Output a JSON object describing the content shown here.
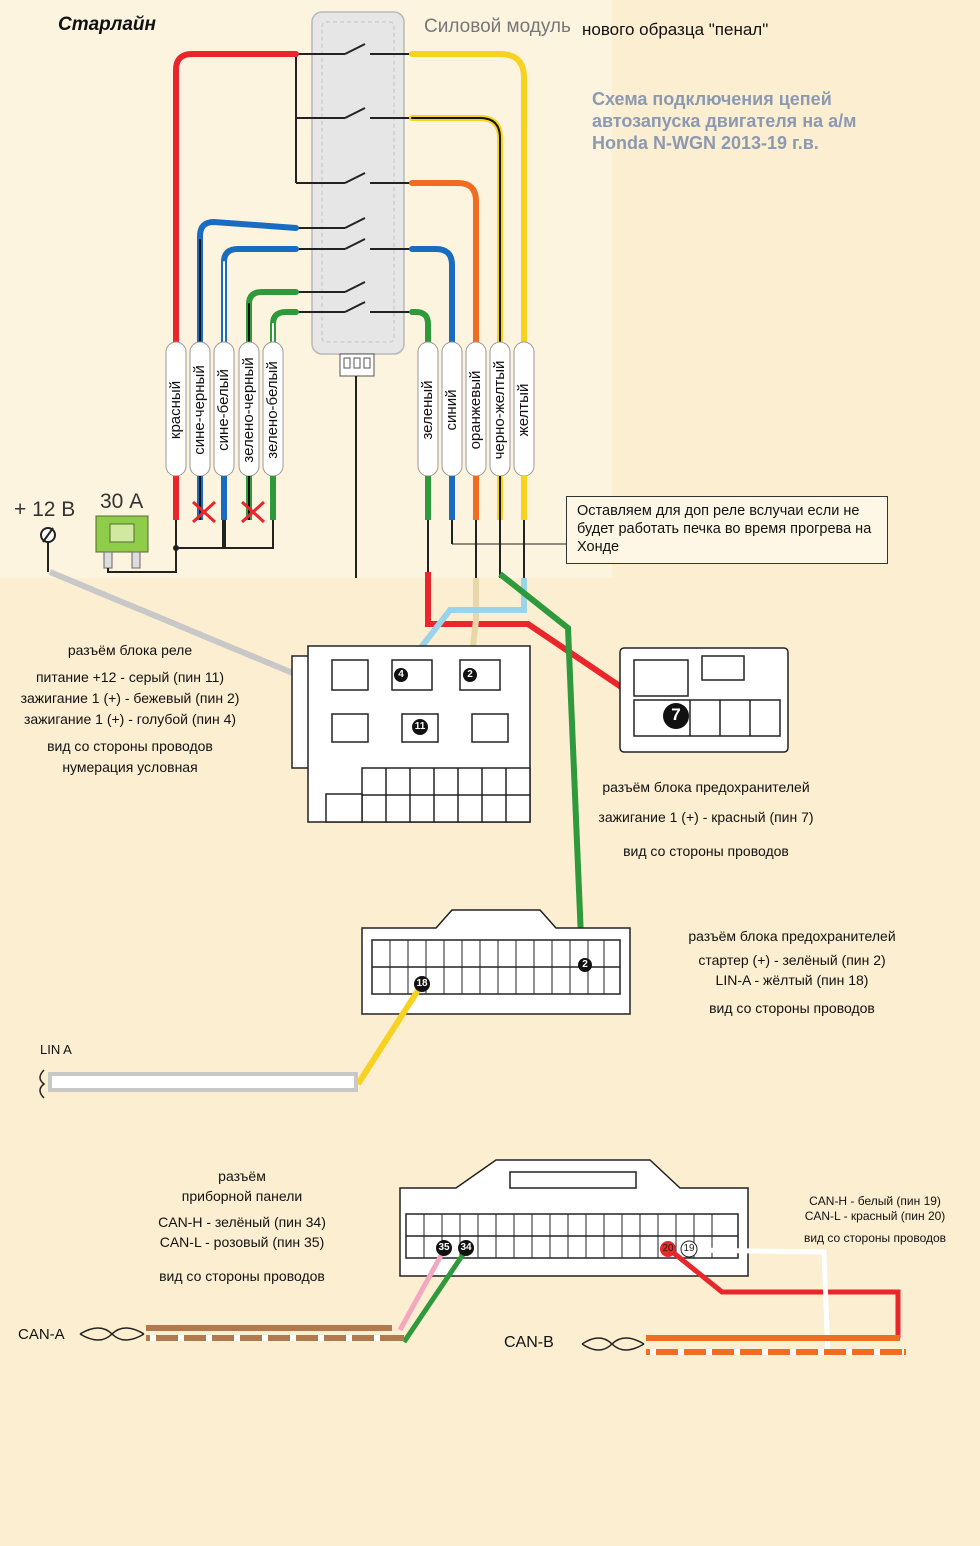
{
  "brand": "Старлайн",
  "module_title_thin": "Силовой модуль",
  "module_title_bold": "нового образца \"пенал\"",
  "scheme_title": [
    "Схема подключения цепей",
    "автозапуска двигателя на а/м",
    "Honda N-WGN 2013-19  г.в."
  ],
  "supply": {
    "label": "+ 12 В",
    "fuse": "30 А"
  },
  "left_wires": [
    "красный",
    "сине-черный",
    "сине-белый",
    "зелено-черный",
    "зелено-белый"
  ],
  "right_wires": [
    "зеленый",
    "синий",
    "оранжевый",
    "черно-желтый",
    "желтый"
  ],
  "note": "Оставляем для доп реле вслучаи если не будет работать печка во время прогрева на Хонде",
  "relay_connector": {
    "lines": [
      "разъём блока реле",
      "питание +12 - серый (пин 11)",
      "зажигание 1 (+) - бежевый (пин 2)",
      "зажигание 1 (+) - голубой (пин 4)",
      "вид со стороны проводов",
      "нумерация условная"
    ],
    "pins": [
      "4",
      "2",
      "11"
    ]
  },
  "fuse_connector_1": {
    "lines": [
      "разъём блока предохранителей",
      "зажигание 1  (+) - красный (пин 7)",
      "вид со стороны проводов"
    ],
    "pin": "7"
  },
  "fuse_connector_2": {
    "lines": [
      "разъём блока предохранителей",
      "стартер (+) - зелёный (пин 2)",
      "LIN-A - жёлтый (пин 18)",
      "вид со стороны проводов"
    ],
    "pins": [
      "2",
      "18"
    ]
  },
  "lin": {
    "label": "LIN A"
  },
  "dash_connector": {
    "lines": [
      "разъём",
      "приборной панели",
      "CAN-H - зелёный (пин 34)",
      "CAN-L - розовый (пин 35)",
      "вид со стороны проводов"
    ],
    "pins": [
      "35",
      "34",
      "20",
      "19"
    ]
  },
  "canb_labels": [
    "CAN-H - белый (пин 19)",
    "CAN-L - красный (пин 20)",
    "вид со стороны проводов"
  ],
  "can_a": {
    "label": "CAN-A"
  },
  "can_b": {
    "label": "CAN-B"
  },
  "colors": {
    "red": "#e8262b",
    "yellow": "#f7d221",
    "orange": "#ef6c22",
    "blue": "#1a6cc0",
    "green": "#2e9a3c",
    "black": "#111111",
    "grey": "#c8c8c8",
    "light_blue": "#9ad4ea",
    "beige": "#ead7a9",
    "pink": "#f4a8c0",
    "brown": "#b07a4e",
    "background": "#fceed0"
  }
}
